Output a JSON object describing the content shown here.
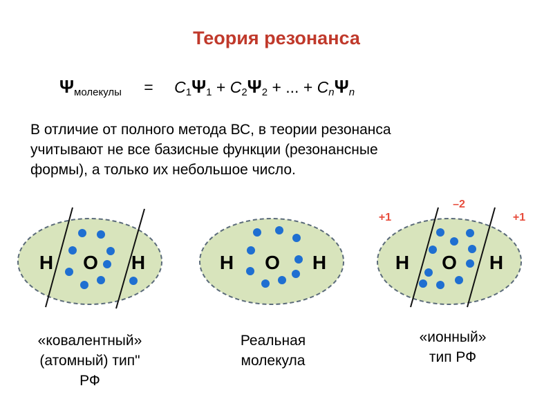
{
  "title": "Теория резонанса",
  "formula": {
    "psi": "Ψ",
    "lhs_sub": "молекулы",
    "eq": "=",
    "t1_c": "C",
    "t1_csub": "1",
    "t1_psub": "1",
    "plus1": " + ",
    "t2_c": "C",
    "t2_csub": "2",
    "t2_psub": "2",
    "dots": " + ... + ",
    "tn_c": "C",
    "tn_csub": "n",
    "tn_psub": "n"
  },
  "paragraph": {
    "line1": "В отличие от полного метода ВС, в теории резонанса",
    "line2": "учитывают не все базисные функции (резонансные",
    "line3": "формы), а только их небольшое число."
  },
  "molecules": [
    {
      "left_atom": "H",
      "center_atom": "O",
      "right_atom": "H",
      "caption_lines": [
        "«ковалентный»",
        "(атомный) тип\"",
        "РФ"
      ]
    },
    {
      "left_atom": "H",
      "center_atom": "O",
      "right_atom": "H",
      "caption_lines": [
        "Реальная",
        "молекула"
      ]
    },
    {
      "left_atom": "H",
      "center_atom": "O",
      "right_atom": "H",
      "charge_left": "+1",
      "charge_center": "–2",
      "charge_right": "+1",
      "caption_lines": [
        "«ионный»",
        "тип РФ"
      ]
    }
  ],
  "colors": {
    "title": "#c0392b",
    "ellipse_fill": "#d8e4bc",
    "ellipse_stroke": "#5b6b7a",
    "electron": "#1f6fd1",
    "charge": "#e74c3c"
  }
}
